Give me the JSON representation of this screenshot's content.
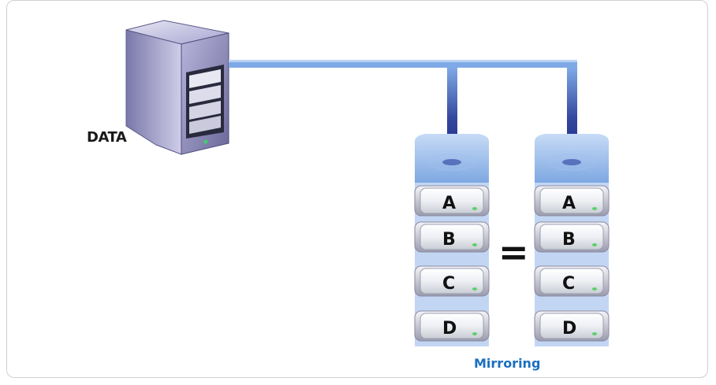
{
  "source": {
    "label": "DATA"
  },
  "array_left": {
    "disks": [
      "A",
      "B",
      "C",
      "D"
    ]
  },
  "array_right": {
    "disks": [
      "A",
      "B",
      "C",
      "D"
    ]
  },
  "equals_sign": "=",
  "caption": "Mirroring",
  "colors": {
    "cable": "#6f9fe0",
    "cable_dark": "#1c2a8a",
    "disk_stack": "#8fb4ea",
    "caption": "#1a6fc0"
  }
}
